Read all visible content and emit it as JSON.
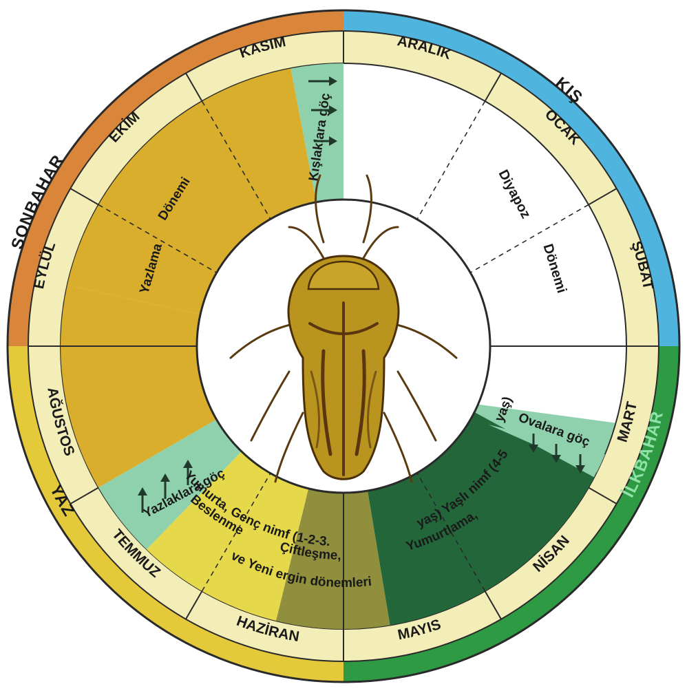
{
  "seasons": {
    "autumn": "SONBAHAR",
    "winter": "KIŞ",
    "spring": "İLKBAHAR",
    "summer": "YAZ"
  },
  "months": {
    "kasim": "KASIM",
    "aralik": "ARALIK",
    "ocak": "OCAK",
    "subat": "ŞUBAT",
    "mart": "MART",
    "nisan": "NİSAN",
    "mayis": "MAYIS",
    "haziran": "HAZİRAN",
    "temmuz": "TEMMUZ",
    "agustos": "AĞUSTOS",
    "eylul": "EYLÜL",
    "ekim": "EKİM"
  },
  "periods": {
    "summer_rest_1": "Yazlama",
    "summer_rest_2": "Dönemi",
    "diapause_1": "Diyapoz",
    "diapause_2": "Dönemi",
    "to_winter": "Kışlaklara göç",
    "to_summer": "Yazlaklara göç",
    "to_plains": "Ovalara göç",
    "feeding_1": "Beslenme",
    "feeding_2": "Çiftleşme,",
    "feeding_3": "Yumurta, Genç nimf (1-2-3.",
    "feeding_4": "ve Yeni ergin dönemleri",
    "egg_1": "Yumurtlama,",
    "egg_2": "yaş) Yaşlı nimf (4-5",
    "egg_3": "yaş)"
  },
  "colors": {
    "autumn": "#d9863a",
    "winter": "#4fb5de",
    "spring": "#2f9a44",
    "summer": "#e4c93a",
    "monthRing": "#f3eeb8",
    "ochre": "#d8ae2c",
    "yellowPale": "#e5d84a",
    "olive": "#8f8f3e",
    "darkGreen": "#23663a",
    "migration": "#8fd1ad"
  },
  "icons": {
    "center": "shield-bug-icon",
    "arrow": "arrow-icon"
  }
}
